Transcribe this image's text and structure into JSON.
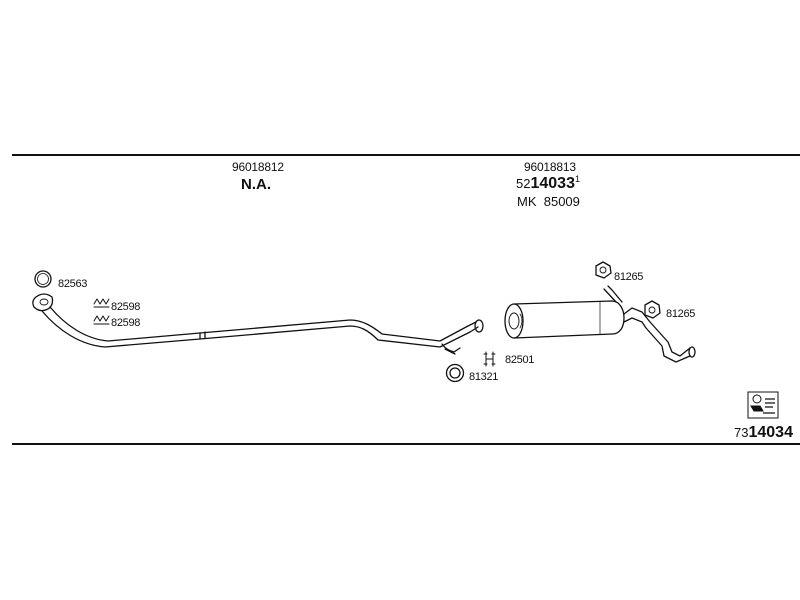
{
  "left_section": {
    "part_number": "96018812",
    "status": "N.A."
  },
  "right_section": {
    "part_number": "96018813",
    "code_prefix": "52",
    "code_main": "14033",
    "code_mark": "1",
    "mk_label": "MK",
    "mk_number": "85009"
  },
  "callouts": {
    "ring_left": "82563",
    "clamp_1": "82598",
    "clamp_2": "82598",
    "ring_center": "81321",
    "bracket_center": "82501",
    "gasket_top": "81265",
    "gasket_right": "81265"
  },
  "footer": {
    "prefix": "73",
    "number": "14034"
  },
  "icon": "assembly-kit-icon"
}
